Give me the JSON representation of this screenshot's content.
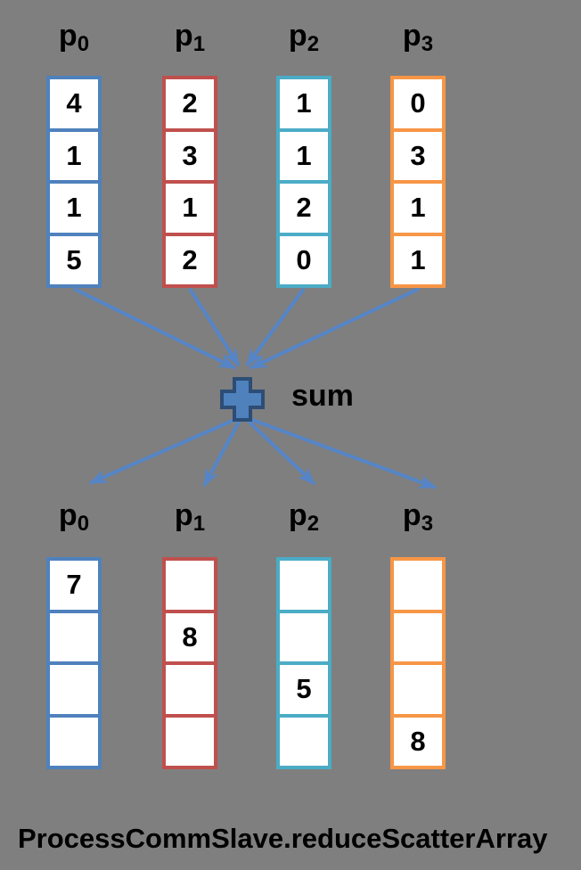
{
  "caption": "ProcessCommSlave.reduceScatterArray",
  "sum": {
    "label": "sum",
    "operator_icon": "plus-icon"
  },
  "processes": [
    {
      "label": "p",
      "sub": "0"
    },
    {
      "label": "p",
      "sub": "1"
    },
    {
      "label": "p",
      "sub": "2"
    },
    {
      "label": "p",
      "sub": "3"
    }
  ],
  "top_columns": [
    {
      "process": "p0",
      "cells": [
        "4",
        "1",
        "1",
        "5"
      ]
    },
    {
      "process": "p1",
      "cells": [
        "2",
        "3",
        "1",
        "2"
      ]
    },
    {
      "process": "p2",
      "cells": [
        "1",
        "1",
        "2",
        "0"
      ]
    },
    {
      "process": "p3",
      "cells": [
        "0",
        "3",
        "1",
        "1"
      ]
    }
  ],
  "bottom_columns": [
    {
      "process": "p0",
      "cells": [
        "7",
        "",
        "",
        ""
      ]
    },
    {
      "process": "p1",
      "cells": [
        "",
        "8",
        "",
        ""
      ]
    },
    {
      "process": "p2",
      "cells": [
        "",
        "",
        "5",
        ""
      ]
    },
    {
      "process": "p3",
      "cells": [
        "",
        "",
        "",
        "8"
      ]
    }
  ],
  "colors": {
    "background": "#7f7f7f",
    "text": "#000000",
    "arrow": "#5585c7",
    "plus_fill": "#4f81bd",
    "plus_stroke": "#2c4d75",
    "p0": "#4f81bd",
    "p1": "#c0504d",
    "p2": "#4bacc6",
    "p3": "#f79646"
  }
}
